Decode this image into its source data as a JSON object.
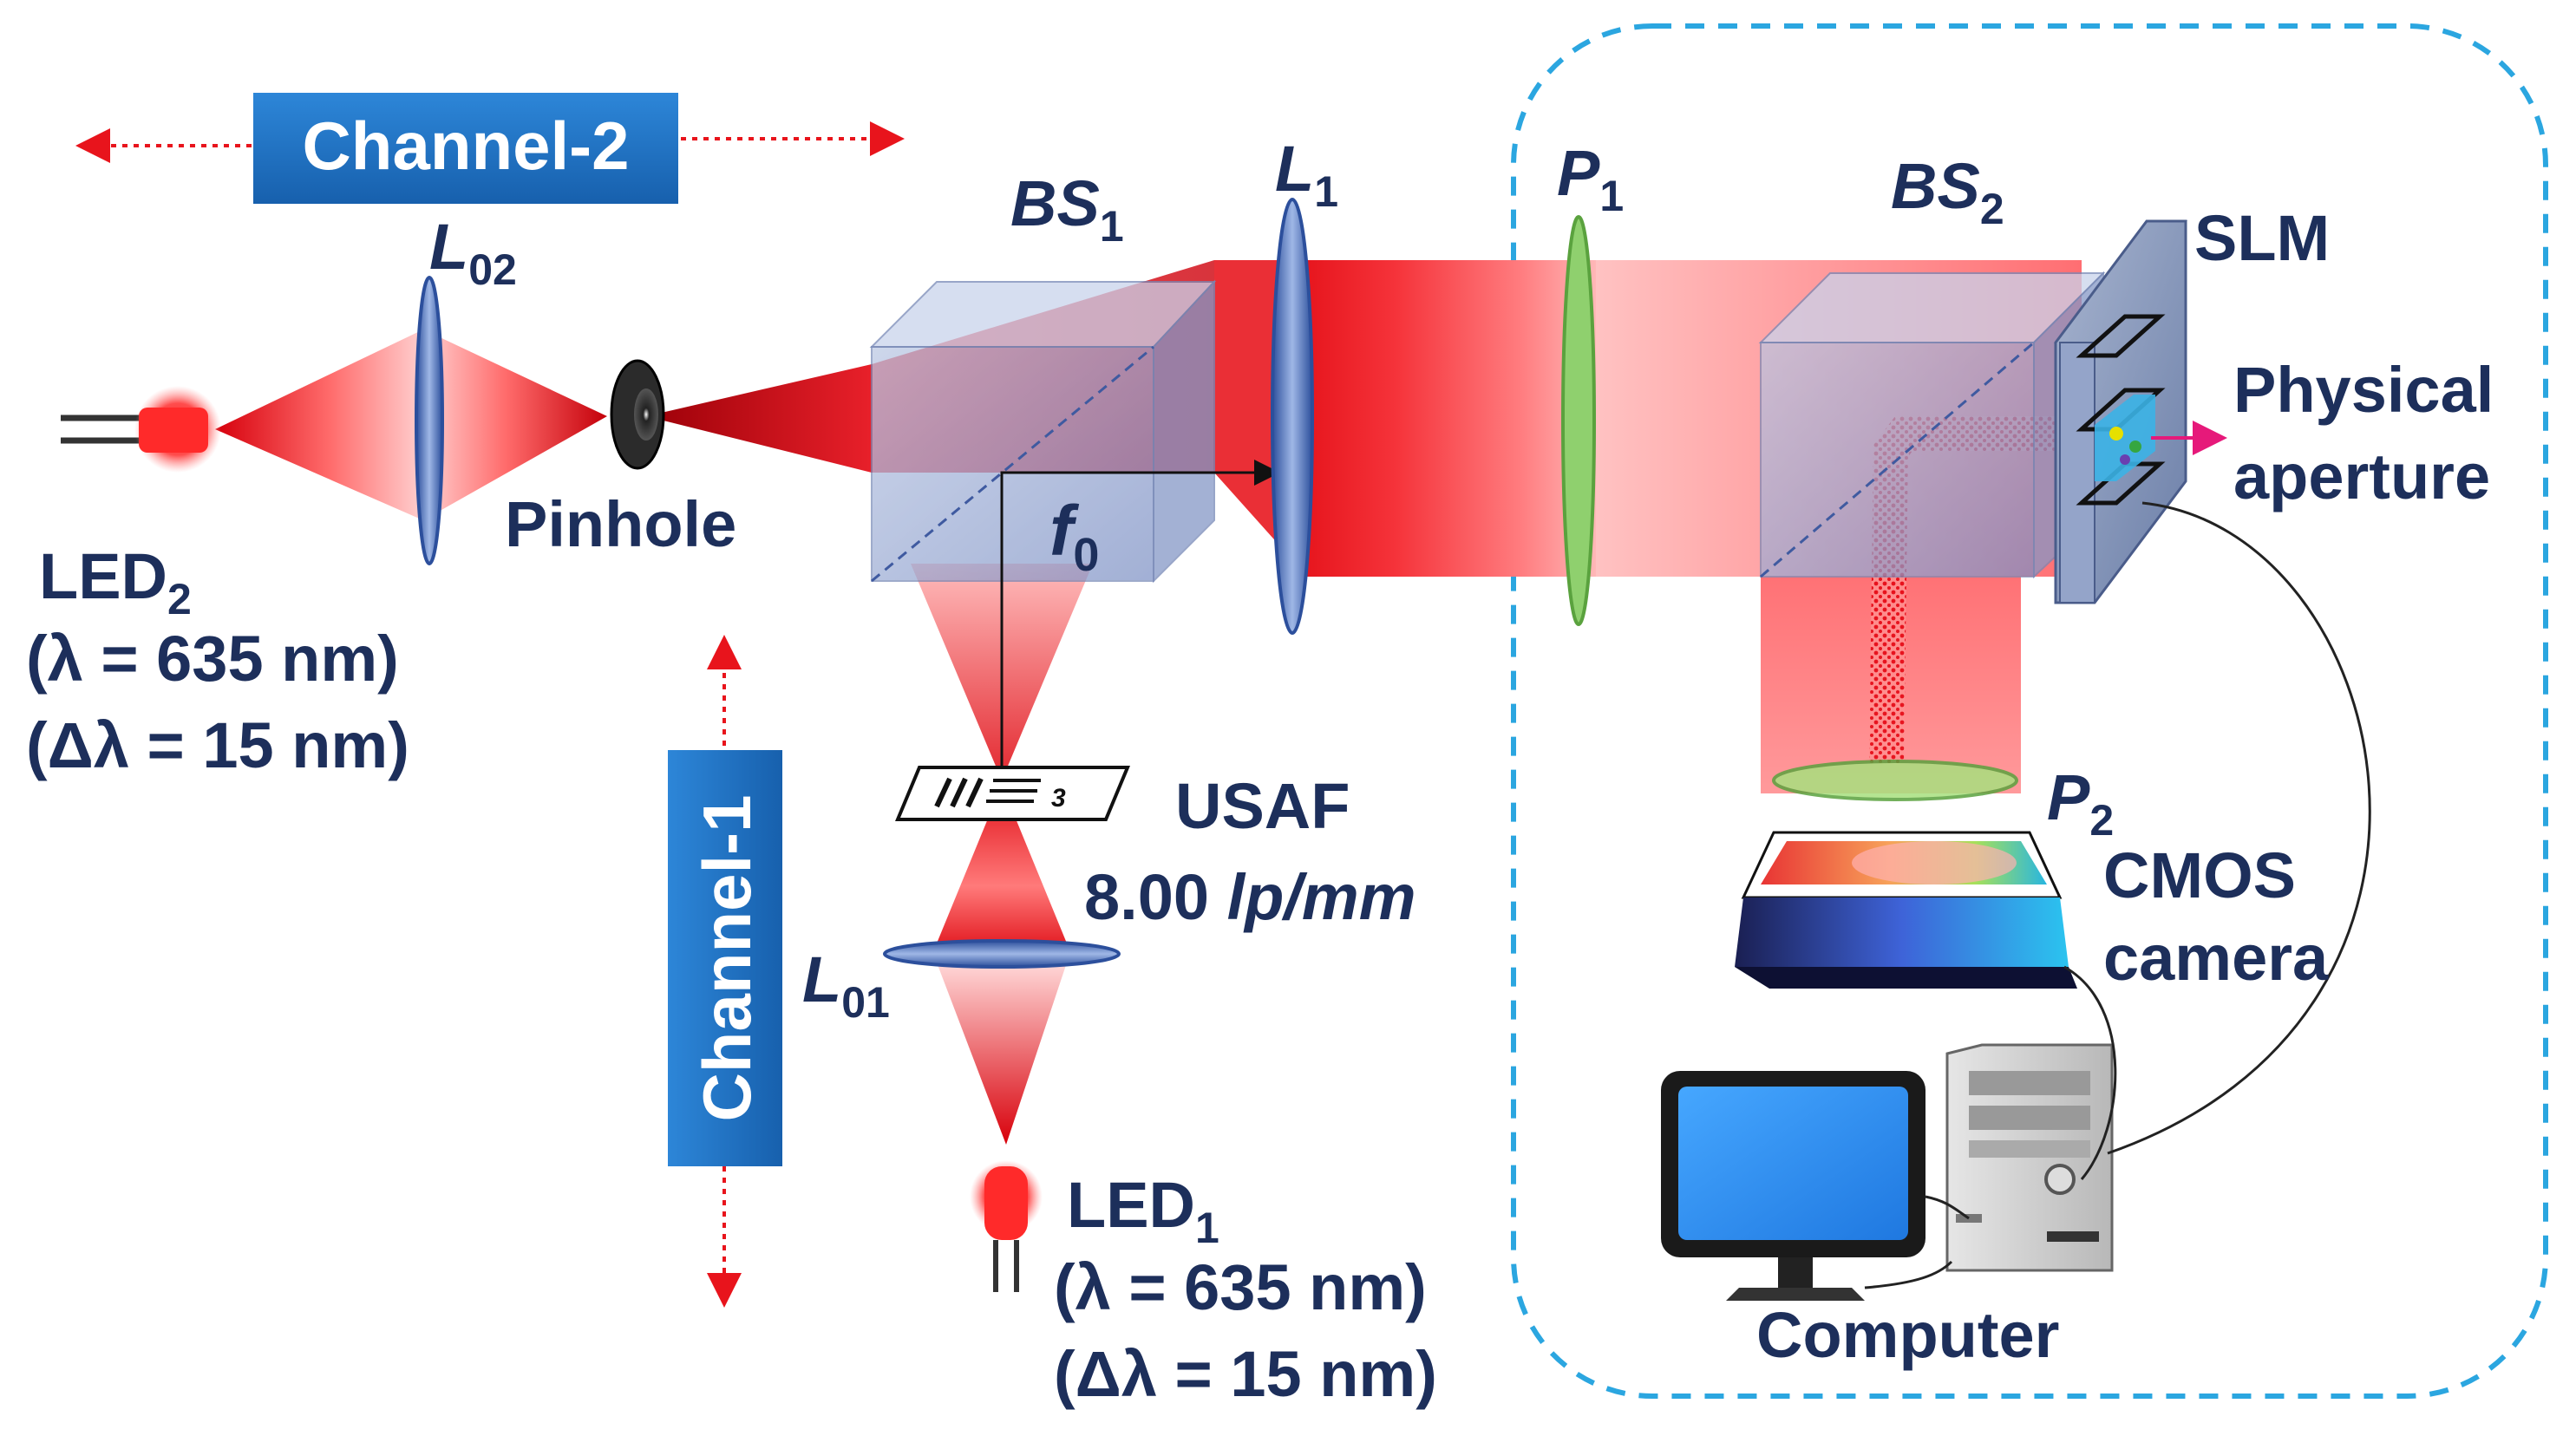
{
  "channels": {
    "channel2": "Channel-2",
    "channel1": "Channel-1"
  },
  "led2": {
    "name": "LED",
    "sub": "2",
    "wavelength": "(λ = 635 nm)",
    "bandwidth": "(Δλ = 15 nm)"
  },
  "led1": {
    "name": "LED",
    "sub": "1",
    "wavelength": "(λ = 635 nm)",
    "bandwidth": "(Δλ = 15 nm)"
  },
  "lens02": {
    "name": "L",
    "sub": "02"
  },
  "lens01": {
    "name": "L",
    "sub": "01"
  },
  "lens1": {
    "name": "L",
    "sub": "1"
  },
  "pinhole": "Pinhole",
  "bs1": {
    "name": "BS",
    "sub": "1"
  },
  "bs2": {
    "name": "BS",
    "sub": "2"
  },
  "f0": {
    "name": "f",
    "sub": "0"
  },
  "usaf": {
    "name": "USAF",
    "value": "8.00",
    "unit": "lp/mm",
    "target_digit": "3"
  },
  "p1": {
    "name": "P",
    "sub": "1"
  },
  "p2": {
    "name": "P",
    "sub": "2"
  },
  "slm": "SLM",
  "aperture": {
    "line1": "Physical",
    "line2": "aperture"
  },
  "camera": {
    "line1": "CMOS",
    "line2": "camera"
  },
  "computer": "Computer",
  "colors": {
    "beam": "#e8141c",
    "label": "#1d2f5b",
    "badge": "#1f73c4",
    "dashed_box": "#2ba6e0",
    "polarizer": "#6abf4b",
    "lens": "#3a5fa8"
  }
}
